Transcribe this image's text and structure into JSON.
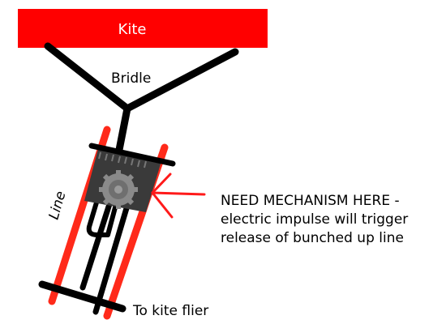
{
  "labels": {
    "kite": "Kite",
    "bridle": "Bridle",
    "line": "Line",
    "note_line1": "NEED MECHANISM HERE -",
    "note_line2": "electric impulse will trigger",
    "note_line3": "release of bunched up line",
    "flier": "To kite flier"
  },
  "colors": {
    "kite": "#ff0000",
    "line": "#000000",
    "highlight": "#ff2a1a",
    "pointer": "#ff1a1a",
    "housing": "#3a3a3a",
    "gear": "#8a8a8a"
  },
  "icons": {
    "mechanism": "gear-icon",
    "pointer": "arrow-icon"
  }
}
